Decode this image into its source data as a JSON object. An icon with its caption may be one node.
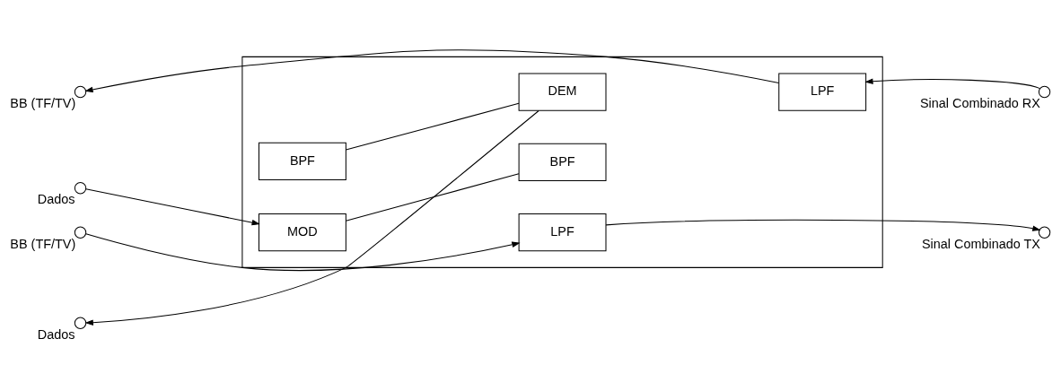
{
  "diagram": {
    "nodes": [
      {
        "text": [],
        "shape": "box"
      },
      {
        "text": [],
        "shape": "circle",
        "beside": [
          "BB (TF/TV)"
        ]
      },
      {
        "text": [
          "LPF"
        ],
        "in": 0
      },
      {
        "text": [],
        "shape": "circle",
        "beside": [
          "Sinal Combinado TX"
        ]
      },
      {
        "text": [],
        "shape": "circle",
        "beside": [
          "Dados"
        ]
      },
      {
        "text": [
          "MOD"
        ],
        "in": 0
      },
      {
        "text": [
          "BPF"
        ],
        "in": 0
      },
      {
        "text": [],
        "shape": "circle",
        "beside": [
          "BB (TF/TV)"
        ]
      },
      {
        "text": [
          "LPF"
        ],
        "in": 0
      },
      {
        "text": [],
        "shape": "circle",
        "beside": [
          "Sinal Combinado RX"
        ]
      },
      {
        "text": [],
        "shape": "circle",
        "beside": [
          "Dados"
        ]
      },
      {
        "text": [
          "DEM"
        ],
        "in": 0
      },
      {
        "text": [
          "BPF"
        ],
        "in": 0
      }
    ],
    "edges": [
      {
        "from": 1,
        "to": 2,
        "arrow": "to"
      },
      {
        "from": 2,
        "to": 3,
        "arrow": "to"
      },
      {
        "from": 4,
        "to": 5,
        "arrow": "to"
      },
      {
        "from": 5,
        "to": 6,
        "arrow": "none"
      },
      {
        "from": 9,
        "to": 8,
        "arrow": "to"
      },
      {
        "from": 8,
        "to": 7,
        "arrow": "to"
      },
      {
        "from": 12,
        "to": 11,
        "arrow": "none"
      },
      {
        "from": 11,
        "to": 10,
        "arrow": "to"
      }
    ]
  }
}
